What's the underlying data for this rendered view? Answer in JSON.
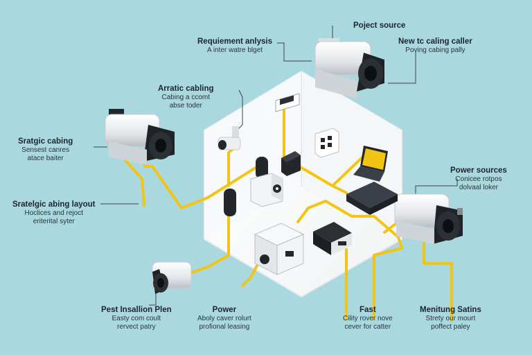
{
  "colors": {
    "background": "#a9d8df",
    "cable": "#f2c414",
    "room": "#ffffff",
    "device_dark": "#23272c",
    "camera_body": "#eceef0"
  },
  "labels": {
    "project_source": {
      "title": "Poject source",
      "sub": ""
    },
    "requirement_analysis": {
      "title": "Requiement anlysis",
      "sub": "A inter watre blget"
    },
    "new_cabling": {
      "title": "New tc caling caller",
      "sub": "Poving cabing pally"
    },
    "arratic_cabling": {
      "title": "Arratic cabling",
      "sub": "Cabing a ccomt",
      "sub2": "abse toder"
    },
    "stratgic_cabing": {
      "title": "Sratgic cabing",
      "sub": "Sensest canres",
      "sub2": "atace baiter"
    },
    "power_sources": {
      "title": "Power sources",
      "sub": "Conicee rotpos",
      "sub2": "dolvaal loker"
    },
    "stratgic_layout": {
      "title": "Sratelgic abing layout",
      "sub": "Hoclices and rejoct",
      "sub2": "eriterital syter"
    },
    "post_install": {
      "title": "Pest Insallion Plen",
      "sub": "Easty com coult",
      "sub2": "rervect patry"
    },
    "power": {
      "title": "Power",
      "sub": "Aboly caver rolurt",
      "sub2": "profional leasing"
    },
    "fast": {
      "title": "Fast",
      "sub": "Cility rover nove",
      "sub2": "cever for catter"
    },
    "monitoring": {
      "title": "Menitung Satins",
      "sub": "Strety our mourt",
      "sub2": "poffect paley"
    }
  }
}
